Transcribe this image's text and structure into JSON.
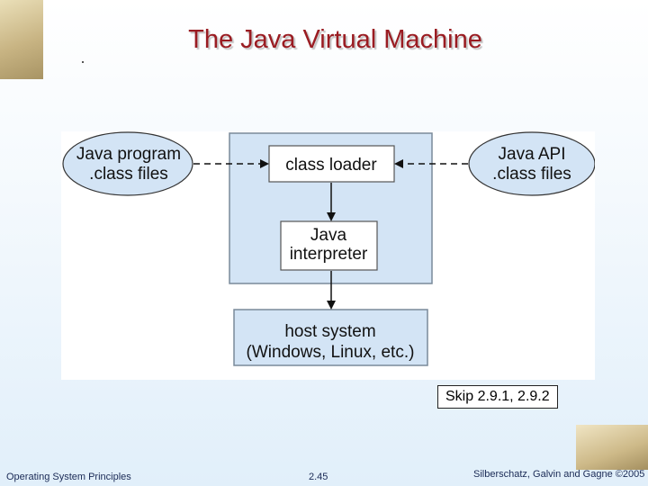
{
  "slide": {
    "title": "The Java Virtual Machine",
    "skip_note": "Skip 2.9.1, 2.9.2"
  },
  "diagram": {
    "left_oval": {
      "line1": "Java program",
      "line2": ".class files"
    },
    "right_oval": {
      "line1": "Java API",
      "line2": ".class files"
    },
    "class_loader": "class loader",
    "interpreter": {
      "line1": "Java",
      "line2": "interpreter"
    },
    "host_system": {
      "line1": "host system",
      "line2": "(Windows, Linux, etc.)"
    }
  },
  "footer": {
    "course": "Operating System Principles",
    "page_number": "2.45",
    "copyright": "Silberschatz, Galvin and Gagne ©2005"
  },
  "colors": {
    "title": "#9a1c22",
    "panel_fill": "#d3e4f5",
    "panel_border": "#7a8a9a",
    "oval_fill": "#d3e4f5"
  }
}
